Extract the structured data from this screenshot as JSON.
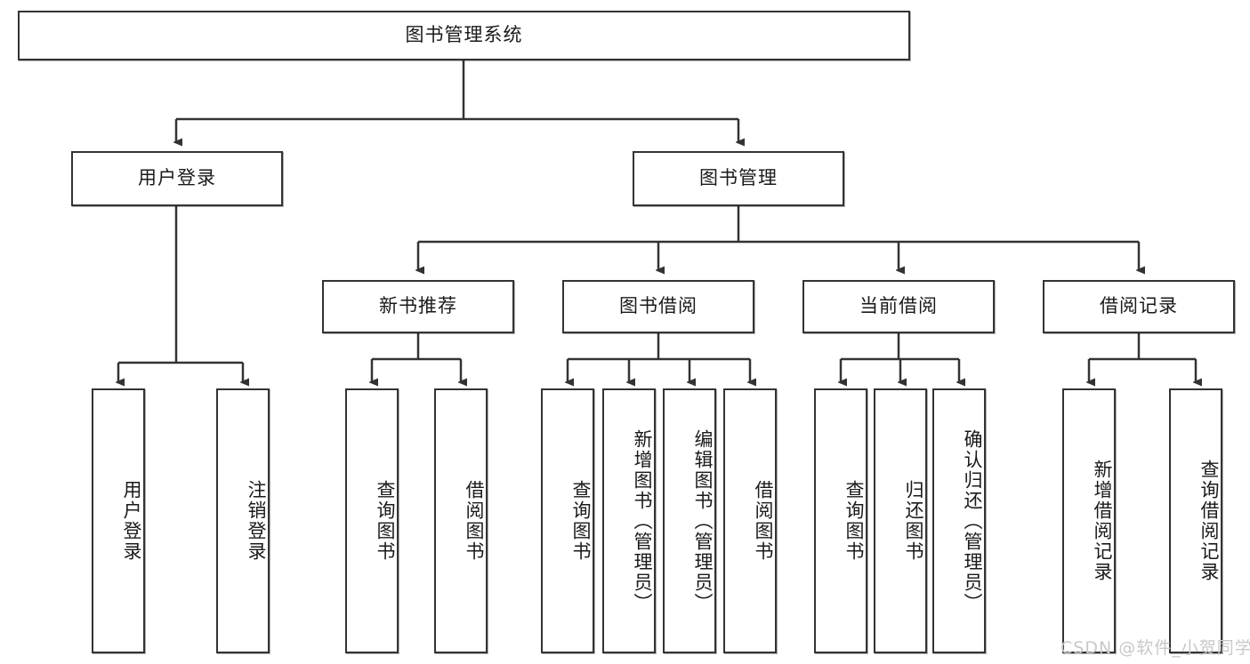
{
  "diagram": {
    "title_node": {
      "label": "图书管理系统"
    },
    "level2": [
      {
        "label": "用户登录"
      },
      {
        "label": "图书管理"
      }
    ],
    "level3": [
      {
        "label": "新书推荐"
      },
      {
        "label": "图书借阅"
      },
      {
        "label": "当前借阅"
      },
      {
        "label": "借阅记录"
      }
    ],
    "leaves": {
      "user_login": [
        {
          "label": "用户登录"
        },
        {
          "label": "注销登录"
        }
      ],
      "new_book_recommend": [
        {
          "label": "查询图书"
        },
        {
          "label": "借阅图书"
        }
      ],
      "book_borrow": [
        {
          "label": "查询图书"
        },
        {
          "label": "新增图书（管理员）"
        },
        {
          "label": "编辑图书（管理员）"
        },
        {
          "label": "借阅图书"
        }
      ],
      "current_borrow": [
        {
          "label": "查询图书"
        },
        {
          "label": "归还图书"
        },
        {
          "label": "确认归还（管理员）"
        }
      ],
      "borrow_record": [
        {
          "label": "新增借阅记录"
        },
        {
          "label": "查询借阅记录"
        }
      ]
    }
  },
  "watermark": {
    "text": "CSDN @软件_小贺同学"
  },
  "colors": {
    "border": "#333333",
    "background": "#ffffff",
    "text": "#1a1a1a",
    "watermark": "#c8c8c8"
  }
}
